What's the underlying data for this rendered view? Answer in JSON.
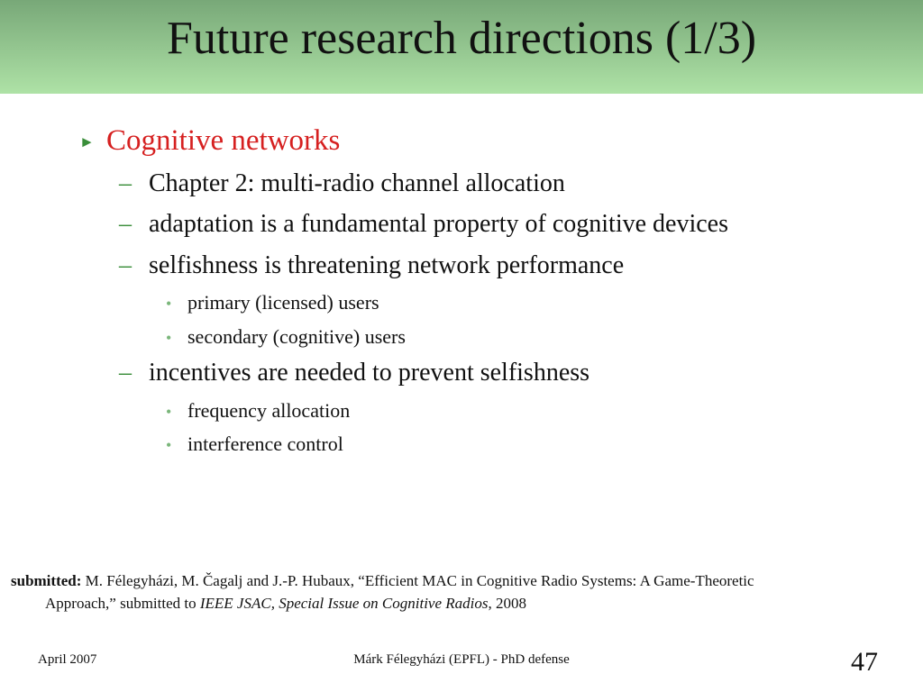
{
  "slide": {
    "title": "Future research directions (1/3)",
    "bullets": {
      "main": "Cognitive networks",
      "sub1": "Chapter 2: multi-radio channel allocation",
      "sub2": "adaptation is a fundamental property of cognitive devices",
      "sub3": "selfishness is threatening network performance",
      "sub3_a": "primary (licensed) users",
      "sub3_b": "secondary (cognitive) users",
      "sub4": "incentives are needed to prevent selfishness",
      "sub4_a": "frequency allocation",
      "sub4_b": "interference control"
    },
    "markers": {
      "level1": "►",
      "level2": "–",
      "level3": "•"
    },
    "footnote": {
      "label": "submitted:",
      "authors": " M. Félegyházi, M. Čagalj and J.-P. Hubaux, “Efficient MAC in Cognitive Radio Systems: A Game-Theoretic",
      "line2_start": "Approach,” submitted to ",
      "venue": "IEEE JSAC, Special Issue on Cognitive Radios",
      "line2_end": ", 2008"
    },
    "footer": {
      "date": "April 2007",
      "presenter": "Márk Félegyházi (EPFL) - PhD defense",
      "page_number": "47"
    },
    "colors": {
      "title_bar_top": "#78a878",
      "title_bar_bottom": "#aee2a6",
      "level1_text": "#d62020",
      "marker_green": "#3a8e3a"
    }
  }
}
